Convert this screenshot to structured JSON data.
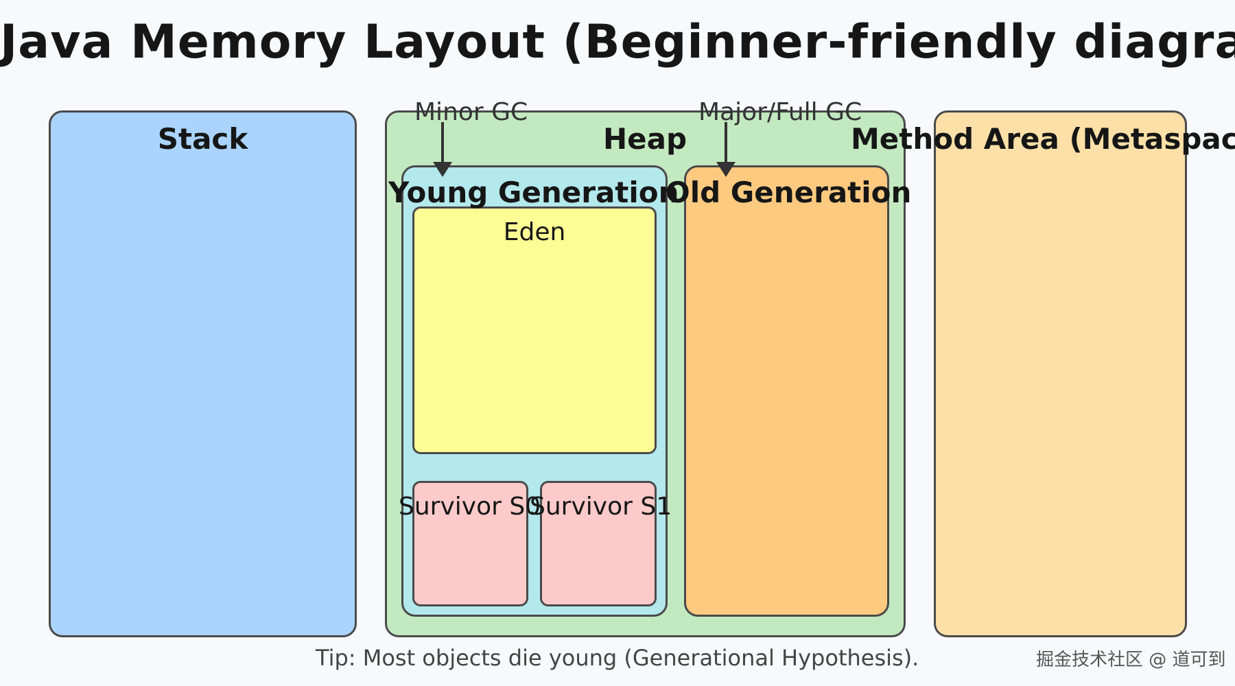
{
  "title": "Java Memory Layout (Beginner-friendly diagram)",
  "regions": {
    "stack": {
      "label": "Stack",
      "color": "#aad4fd"
    },
    "heap": {
      "label": "Heap",
      "color": "#c3e9c0"
    },
    "young_generation": {
      "label": "Young Generation",
      "color": "#b3e8ec"
    },
    "eden": {
      "label": "Eden",
      "color": "#fdfd96"
    },
    "survivor_s0": {
      "label": "Survivor S0",
      "color": "#fdcaca"
    },
    "survivor_s1": {
      "label": "Survivor S1",
      "color": "#fdcaca"
    },
    "old_generation": {
      "label": "Old Generation",
      "color": "#fdca80"
    },
    "method_area": {
      "label": "Method Area (Metaspace)",
      "color": "#fde0a8"
    }
  },
  "gc": {
    "minor": "Minor GC",
    "major": "Major/Full GC"
  },
  "tip": "Tip: Most objects die young (Generational Hypothesis).",
  "watermark": "掘金技术社区 @ 道可到"
}
